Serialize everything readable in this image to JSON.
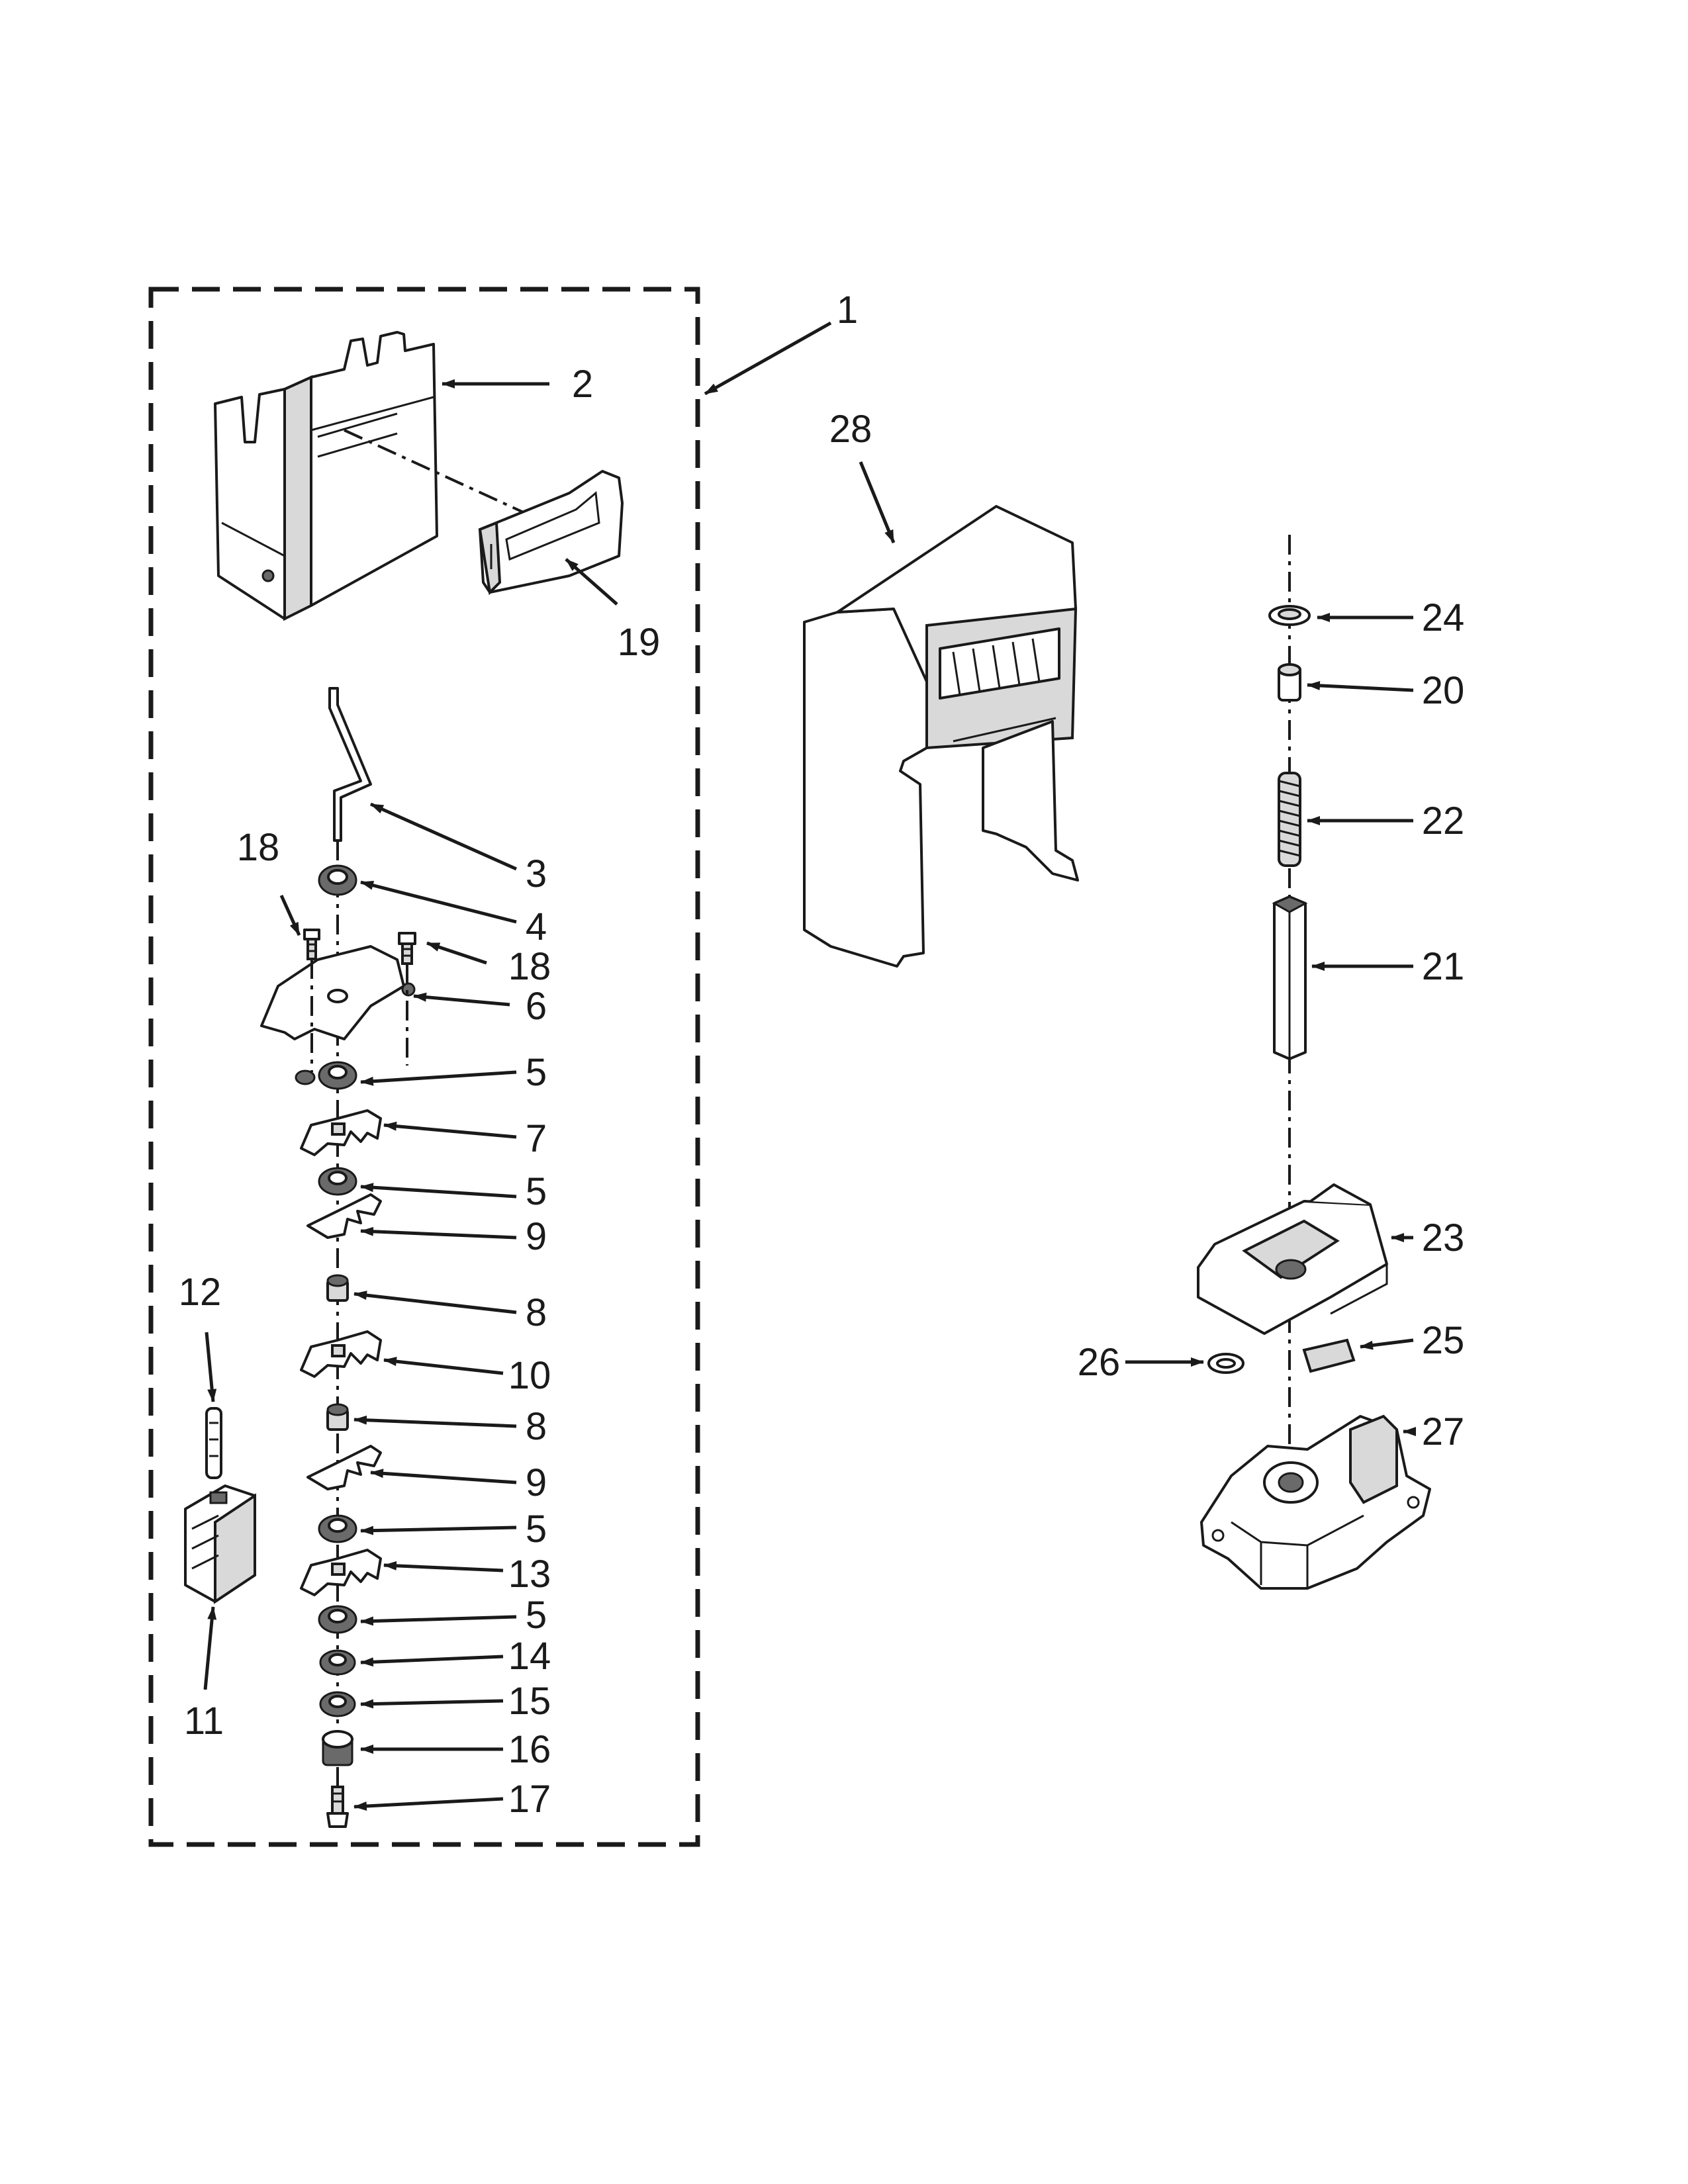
{
  "callouts": [
    {
      "id": "c1",
      "label": "1",
      "name": "callout-1"
    },
    {
      "id": "c2",
      "label": "2",
      "name": "callout-2"
    },
    {
      "id": "c3",
      "label": "3",
      "name": "callout-3"
    },
    {
      "id": "c4",
      "label": "4",
      "name": "callout-4"
    },
    {
      "id": "c5a",
      "label": "5",
      "name": "callout-5"
    },
    {
      "id": "c5b",
      "label": "5",
      "name": "callout-5"
    },
    {
      "id": "c5c",
      "label": "5",
      "name": "callout-5"
    },
    {
      "id": "c5d",
      "label": "5",
      "name": "callout-5"
    },
    {
      "id": "c6",
      "label": "6",
      "name": "callout-6"
    },
    {
      "id": "c7",
      "label": "7",
      "name": "callout-7"
    },
    {
      "id": "c8a",
      "label": "8",
      "name": "callout-8"
    },
    {
      "id": "c8b",
      "label": "8",
      "name": "callout-8"
    },
    {
      "id": "c9a",
      "label": "9",
      "name": "callout-9"
    },
    {
      "id": "c9b",
      "label": "9",
      "name": "callout-9"
    },
    {
      "id": "c10",
      "label": "10",
      "name": "callout-10"
    },
    {
      "id": "c11",
      "label": "11",
      "name": "callout-11"
    },
    {
      "id": "c12",
      "label": "12",
      "name": "callout-12"
    },
    {
      "id": "c13",
      "label": "13",
      "name": "callout-13"
    },
    {
      "id": "c14",
      "label": "14",
      "name": "callout-14"
    },
    {
      "id": "c15",
      "label": "15",
      "name": "callout-15"
    },
    {
      "id": "c16",
      "label": "16",
      "name": "callout-16"
    },
    {
      "id": "c17",
      "label": "17",
      "name": "callout-17"
    },
    {
      "id": "c18a",
      "label": "18",
      "name": "callout-18"
    },
    {
      "id": "c18b",
      "label": "18",
      "name": "callout-18"
    },
    {
      "id": "c19",
      "label": "19",
      "name": "callout-19"
    },
    {
      "id": "c20",
      "label": "20",
      "name": "callout-20"
    },
    {
      "id": "c21",
      "label": "21",
      "name": "callout-21"
    },
    {
      "id": "c22",
      "label": "22",
      "name": "callout-22"
    },
    {
      "id": "c23",
      "label": "23",
      "name": "callout-23"
    },
    {
      "id": "c24",
      "label": "24",
      "name": "callout-24"
    },
    {
      "id": "c25",
      "label": "25",
      "name": "callout-25"
    },
    {
      "id": "c26",
      "label": "26",
      "name": "callout-26"
    },
    {
      "id": "c27",
      "label": "27",
      "name": "callout-27"
    },
    {
      "id": "c28",
      "label": "28",
      "name": "callout-28"
    }
  ]
}
